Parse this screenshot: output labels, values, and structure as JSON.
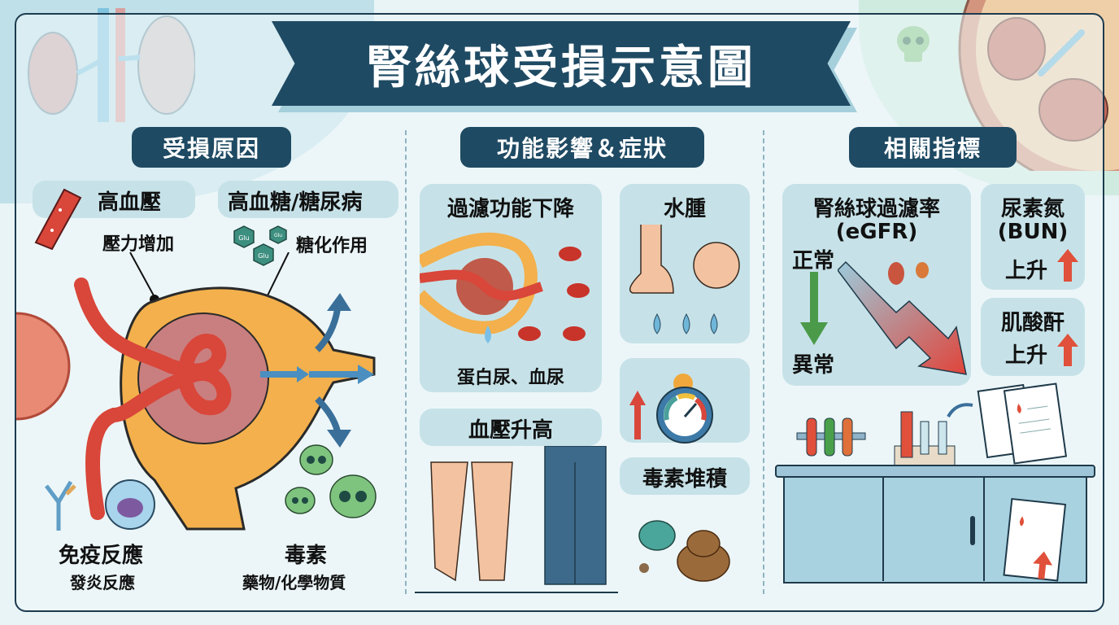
{
  "title": "腎絲球受損示意圖",
  "sections": {
    "causes": {
      "heading": "受損原因",
      "items": [
        {
          "label": "高血壓",
          "sublabel": "壓力增加",
          "icon": "blood-vessel-icon"
        },
        {
          "label": "高血糖/糖尿病",
          "sublabel": "糖化作用",
          "icon": "glucose-molecule-icon",
          "glu_tags": [
            "Glu",
            "Glu",
            "Glu"
          ]
        },
        {
          "label": "免疫反應",
          "sublabel": "發炎反應",
          "icon": "immune-cell-icon"
        },
        {
          "label": "毒素",
          "sublabel": "藥物/化學物質",
          "icon": "skull-icon"
        }
      ]
    },
    "effects": {
      "heading": "功能影響＆症狀",
      "items": [
        {
          "label": "過濾功能下降",
          "sublabel": "蛋白尿、血尿",
          "icon": "damaged-glomerulus-icon"
        },
        {
          "label": "水腫",
          "icon": "swollen-feet-face-icon"
        },
        {
          "label": "血壓升高",
          "icon": "pressure-gauge-icon"
        },
        {
          "label": "毒素堆積",
          "icon": "waste-icon"
        }
      ]
    },
    "indicators": {
      "heading": "相關指標",
      "egfr": {
        "label": "腎絲球過濾率",
        "abbr": "(eGFR)",
        "normal": "正常",
        "abnormal": "異常"
      },
      "bun": {
        "label": "尿素氮",
        "abbr": "(BUN)",
        "trend": "上升"
      },
      "creatinine": {
        "label": "肌酸酐",
        "trend": "上升"
      }
    }
  },
  "colors": {
    "navy": "#1f4a63",
    "card": "#c6e2e8",
    "red": "#d9463a",
    "orange": "#f0a83c",
    "green": "#5aa85a",
    "blue": "#4a8fc0"
  }
}
